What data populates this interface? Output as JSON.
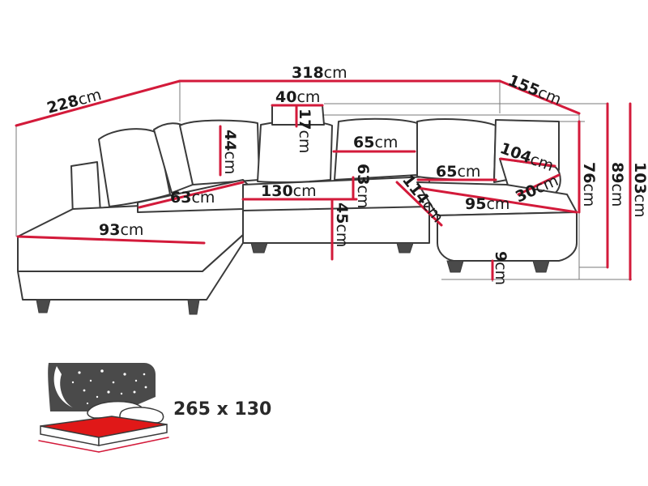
{
  "unit": "cm",
  "dimensions": {
    "total_width": "318",
    "left_depth": "228",
    "right_depth": "155",
    "headrest_width": "40",
    "headrest_height": "17",
    "back_cushion_height": "44",
    "cushion_width_center": "65",
    "cushion_width_right": "65",
    "left_seat_depth": "63",
    "center_seat_width": "130",
    "center_seat_depth": "63",
    "seat_height": "45",
    "chaise_length": "114",
    "right_seat_width": "95",
    "headrest_length": "104",
    "headrest_depth": "30",
    "left_seat_width": "93",
    "leg_height": "9",
    "height_min": "76",
    "height_mid": "89",
    "height_max": "103"
  },
  "bed": {
    "label": "265 x 130"
  },
  "colors": {
    "measure": "#d31a3a",
    "outline": "#3a3a3a",
    "bed": "#e01818"
  }
}
